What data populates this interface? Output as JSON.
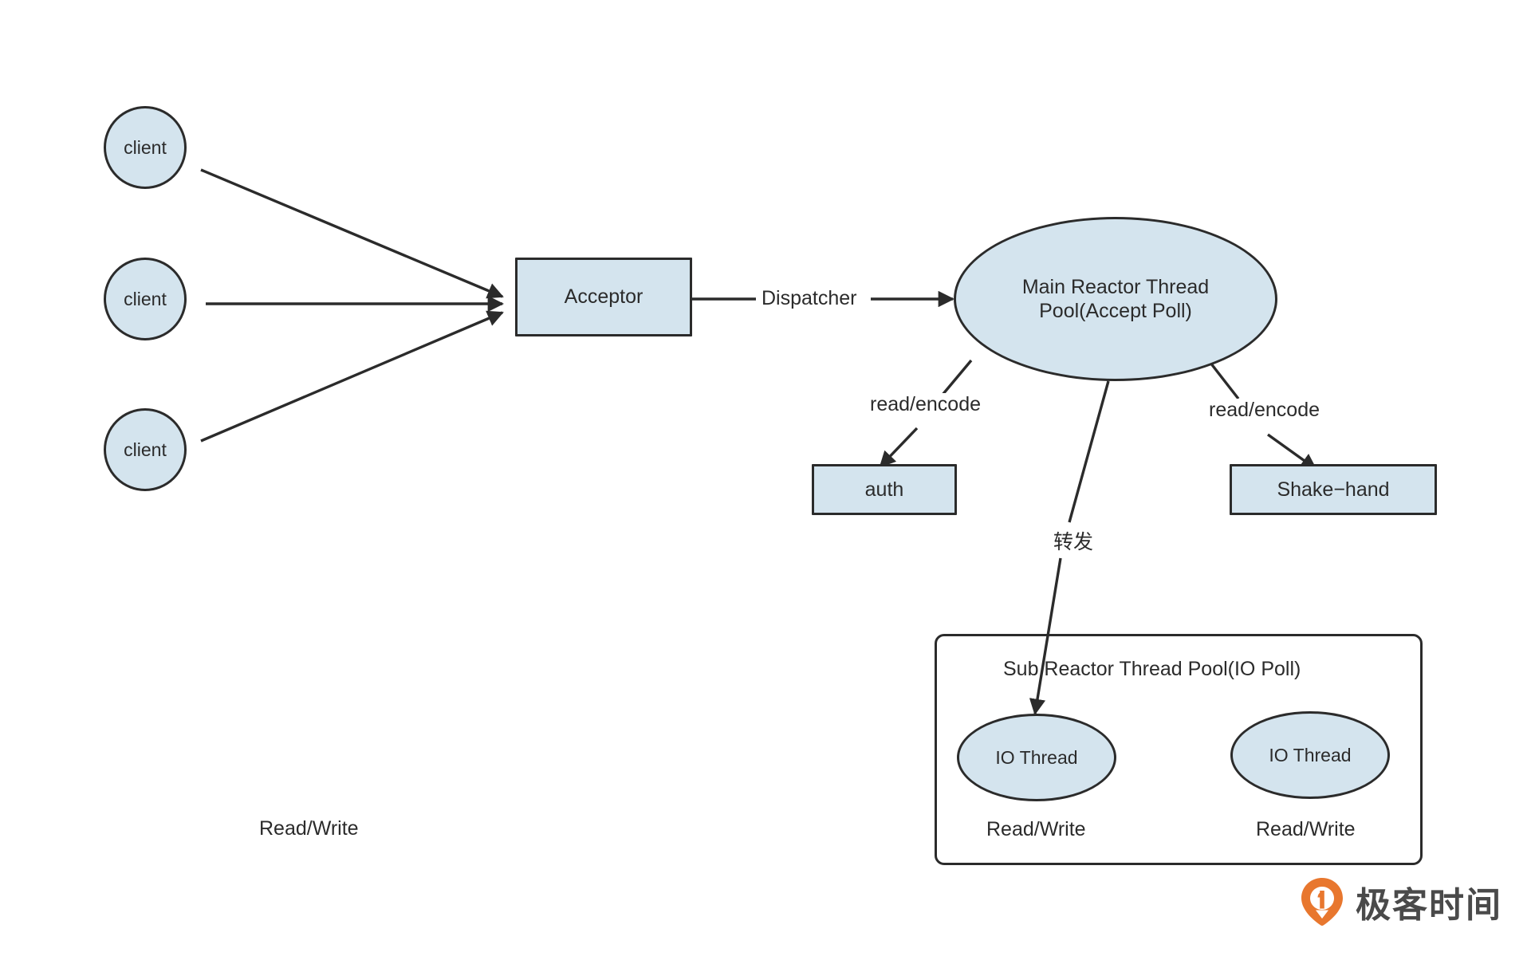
{
  "diagram": {
    "title": "Reactor Thread Model",
    "colors": {
      "node_fill": "#d4e4ee",
      "node_stroke": "#2b2b2b",
      "edge_stroke": "#2b2b2b",
      "background": "#ffffff",
      "watermark_orange": "#e8772e",
      "watermark_text": "#4a4a4a"
    },
    "nodes": {
      "client_1": "client",
      "client_2": "client",
      "client_3": "client",
      "acceptor": "Acceptor",
      "main_pool": "Main Reactor Thread Pool(Accept Poll)",
      "main_pool_line1": "Main Reactor Thread",
      "main_pool_line2": "Pool(Accept Poll)",
      "auth": "auth",
      "shake_hand": "Shake−hand",
      "sub_pool_title": "Sub Reactor Thread Pool(IO Poll)",
      "io_thread_1": "IO Thread",
      "io_thread_2": "IO Thread"
    },
    "edge_labels": {
      "dispatcher": "Dispatcher",
      "read_encode_left": "read/encode",
      "read_encode_right": "read/encode",
      "forward_cn": "转发"
    },
    "standalone_labels": {
      "read_write_left": "Read/Write",
      "read_write_io1": "Read/Write",
      "read_write_io2": "Read/Write"
    },
    "watermark": {
      "text": "极客时间",
      "icon": "location-pin-icon"
    }
  }
}
